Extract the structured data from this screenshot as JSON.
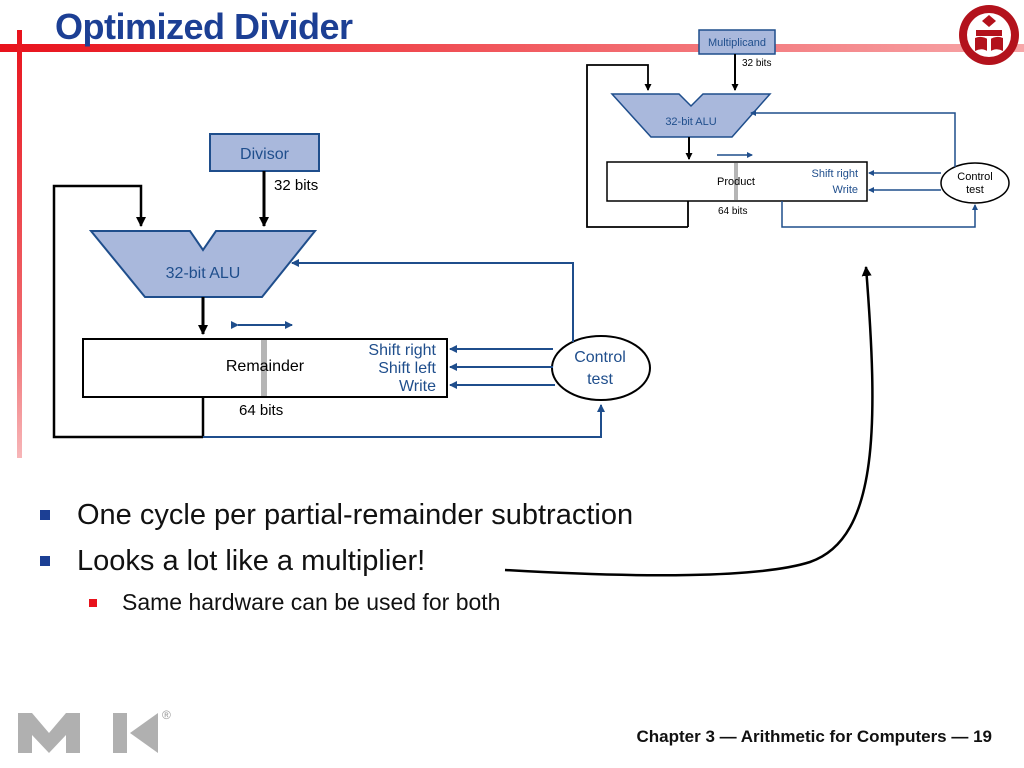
{
  "slide": {
    "title": "Optimized Divider",
    "footer": "Chapter 3 — Arithmetic for Computers — 19",
    "accent_color": "#e8121c",
    "title_color": "#1c3f94"
  },
  "divider_diagram": {
    "divisor_label": "Divisor",
    "divisor_bits": "32 bits",
    "alu_label": "32-bit ALU",
    "register_label": "Remainder",
    "register_bits": "64 bits",
    "control_signals": [
      "Shift right",
      "Shift left",
      "Write"
    ],
    "control_label_line1": "Control",
    "control_label_line2": "test"
  },
  "multiplier_diagram": {
    "multiplicand_label": "Multiplicand",
    "multiplicand_bits": "32 bits",
    "alu_label": "32-bit ALU",
    "register_label": "Product",
    "register_bits": "64 bits",
    "control_signals": [
      "Shift right",
      "Write"
    ],
    "control_label_line1": "Control",
    "control_label_line2": "test"
  },
  "bullets": [
    {
      "level": 1,
      "text": "One cycle per partial-remainder subtraction"
    },
    {
      "level": 1,
      "text": "Looks a lot like a multiplier!"
    },
    {
      "level": 2,
      "text": "Same hardware can be used for both"
    }
  ],
  "logo": {
    "registered_mark": "®",
    "icon": "university-seal-icon",
    "brand_icon": "mk-publisher-logo-icon"
  }
}
